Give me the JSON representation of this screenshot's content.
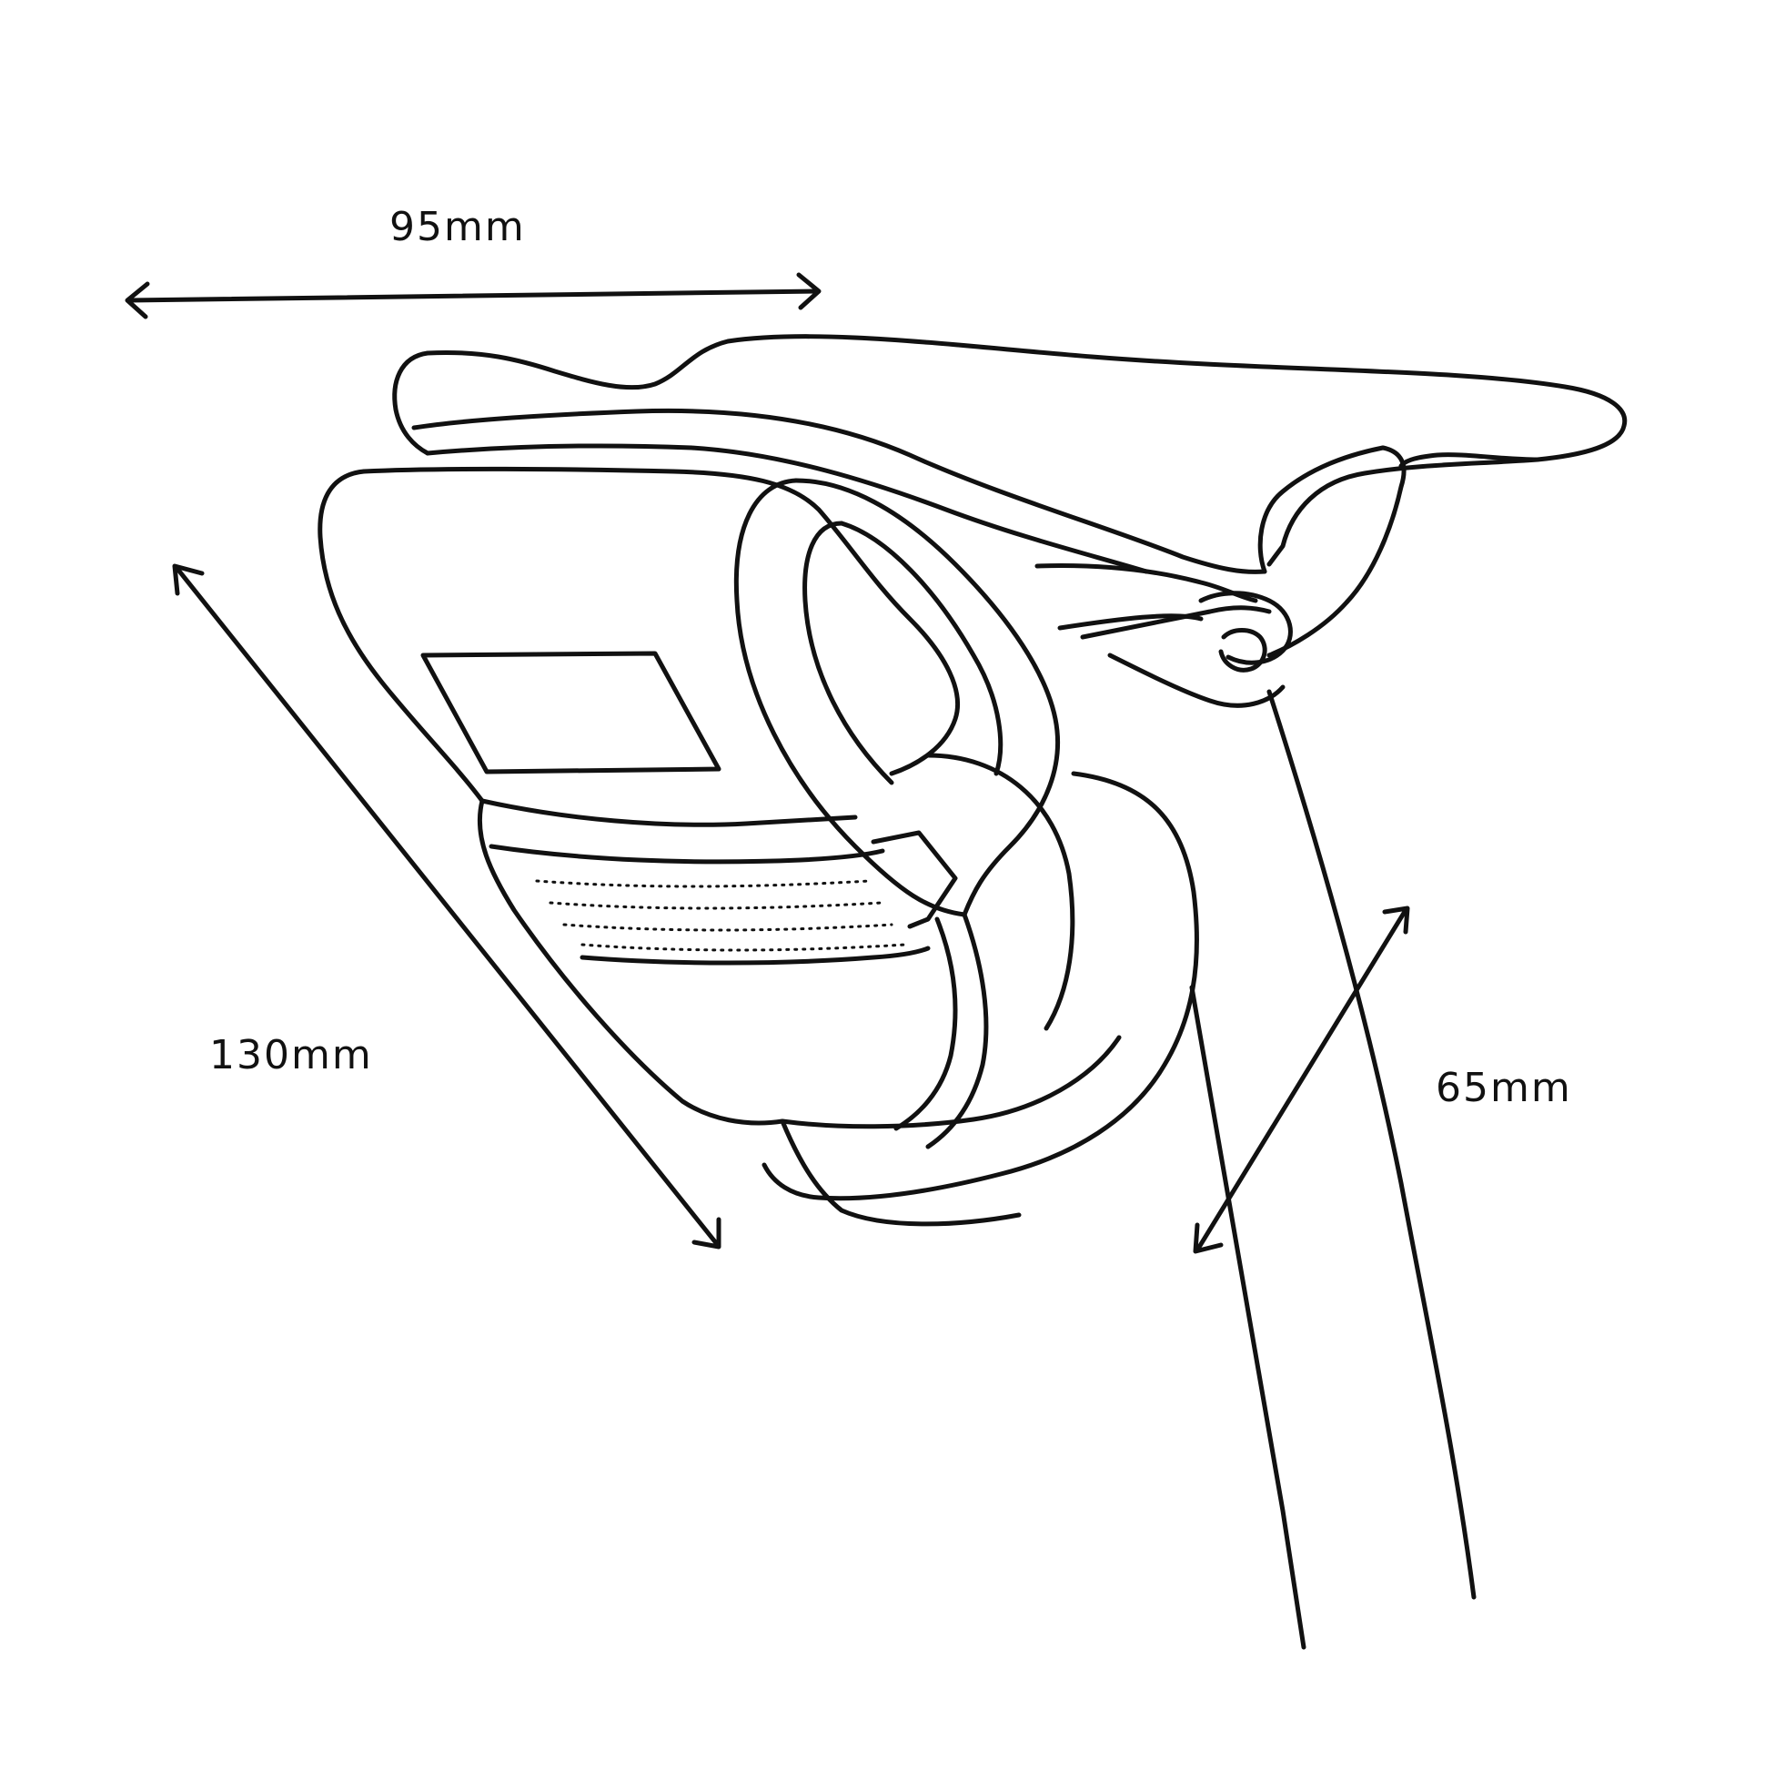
{
  "dimensions": {
    "width_label": "95mm",
    "length_label": "130mm",
    "depth_label": "65mm"
  },
  "colors": {
    "line": "#111111",
    "background": "#ffffff"
  }
}
